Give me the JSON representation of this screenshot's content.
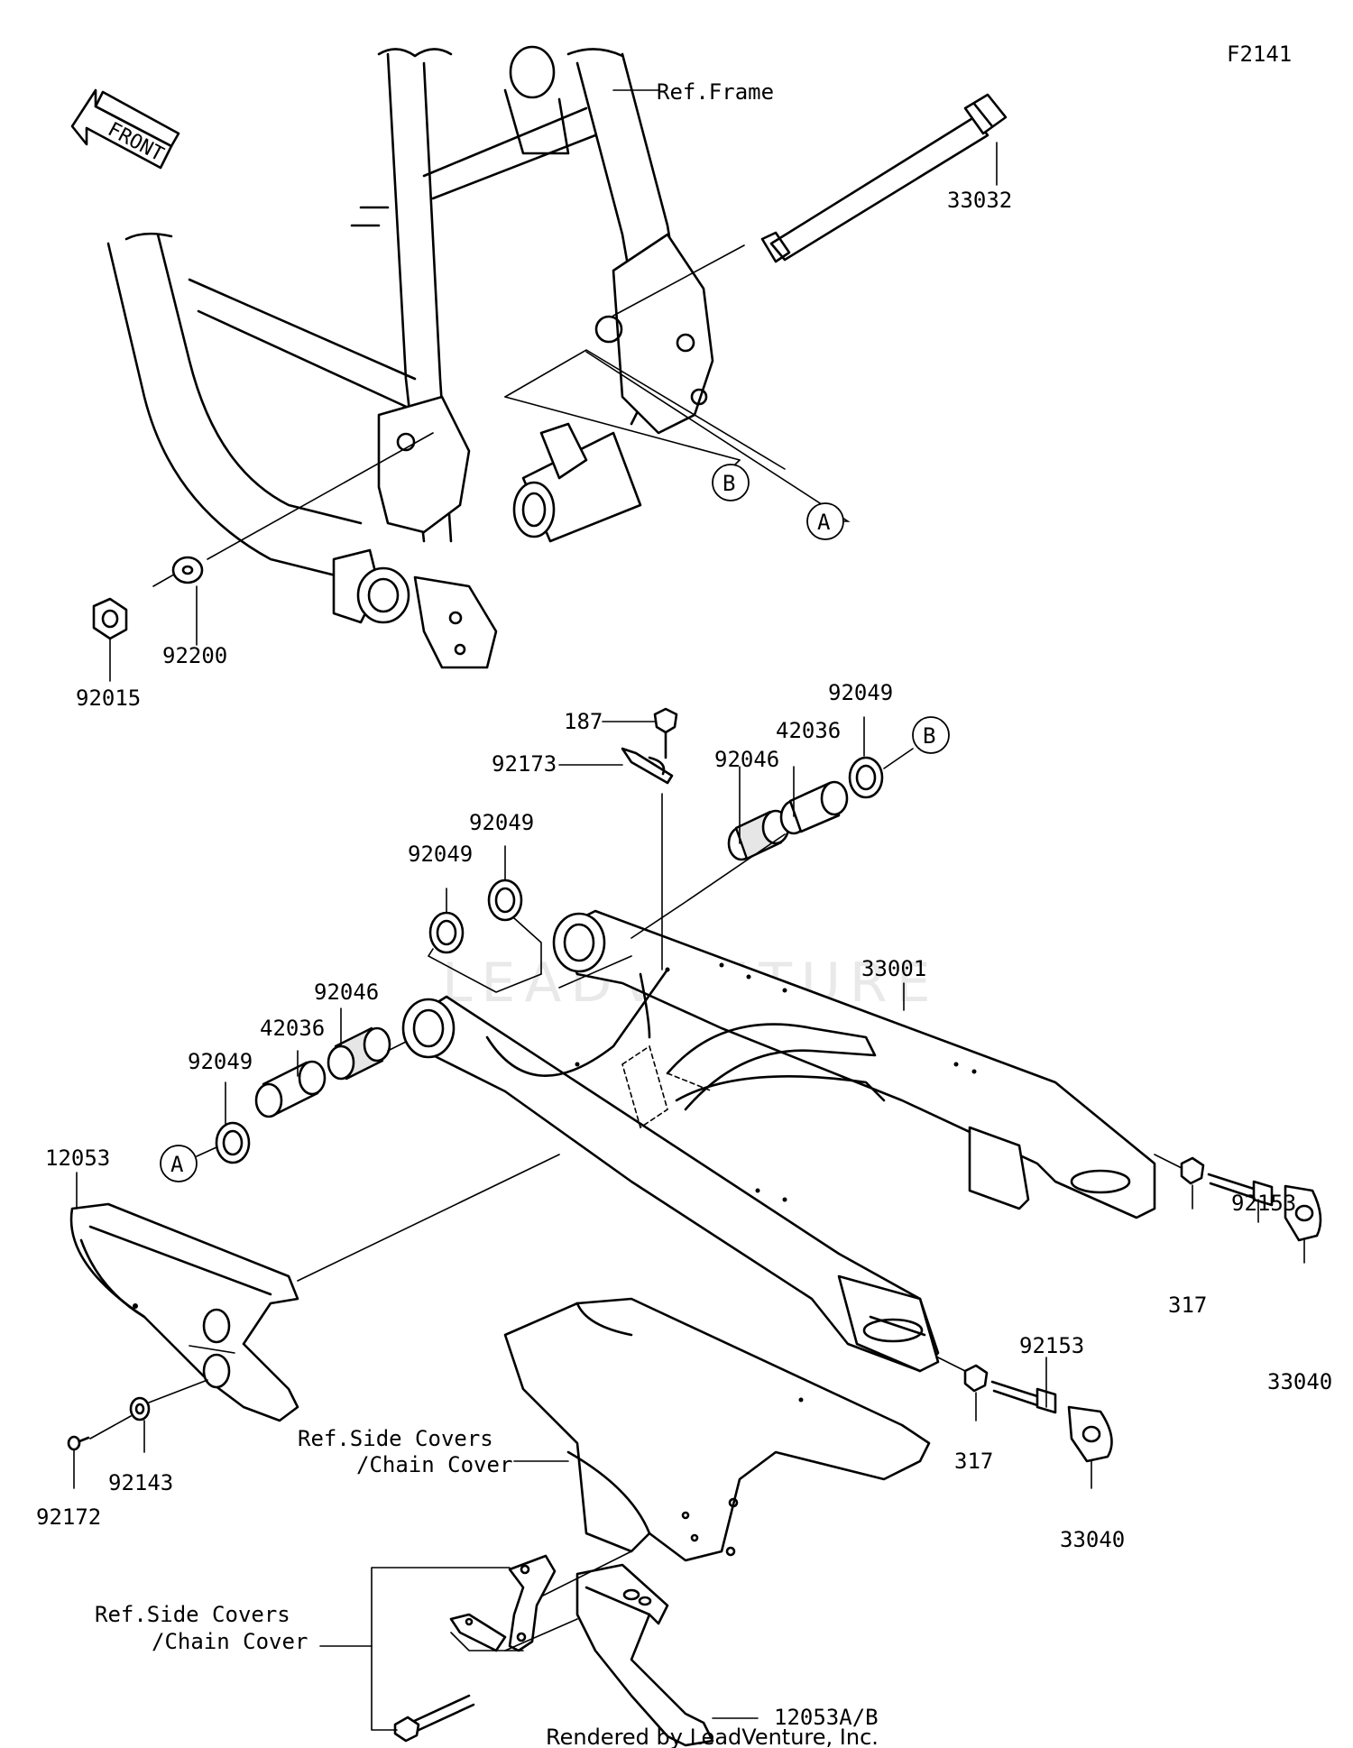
{
  "figure_id": "F2141",
  "front_marker": "FRONT",
  "watermark": "LEADVENTURE",
  "footer": "Rendered by LeadVenture, Inc.",
  "callouts": {
    "a": "A",
    "b": "B"
  },
  "refs": {
    "frame": "Ref.Frame",
    "side_covers_1_line1": "Ref.Side Covers",
    "side_covers_1_line2": "/Chain Cover",
    "side_covers_2_line1": "Ref.Side Covers",
    "side_covers_2_line2": "/Chain Cover"
  },
  "parts": {
    "p33032": "33032",
    "p92015": "92015",
    "p92200": "92200",
    "p187": "187",
    "p92173": "92173",
    "p92049_top": "92049",
    "p42036_top": "42036",
    "p92046_top": "92046",
    "p92049_mid2": "92049",
    "p92049_mid1": "92049",
    "p33001": "33001",
    "p92046_left": "92046",
    "p42036_left": "42036",
    "p92049_left": "92049",
    "p12053": "12053",
    "p92153_right": "92153",
    "p317_right": "317",
    "p33040_right": "33040",
    "p92153_mid": "92153",
    "p317_mid": "317",
    "p33040_mid": "33040",
    "p92143": "92143",
    "p92172": "92172",
    "p12053ab": "12053A/B"
  }
}
